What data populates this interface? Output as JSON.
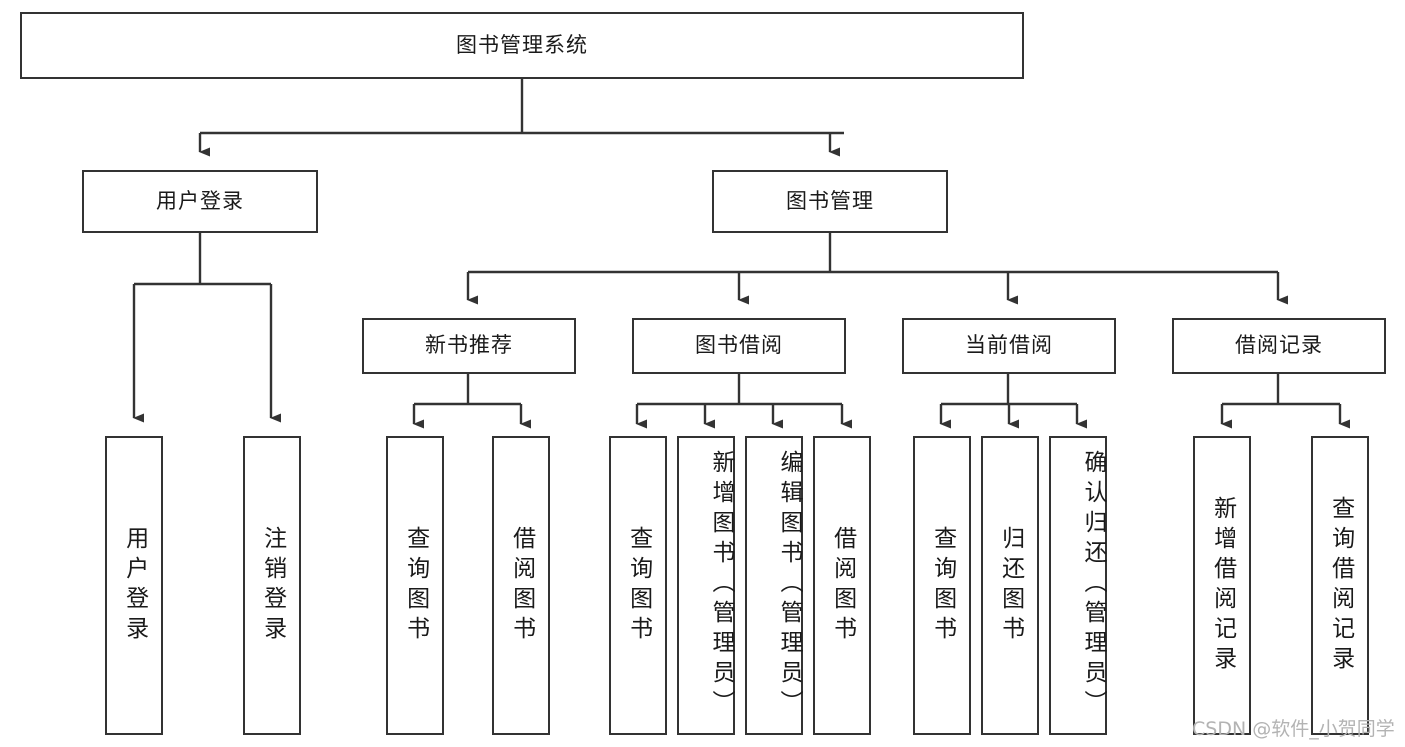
{
  "diagram": {
    "title": "图书管理系统",
    "type": "tree-hierarchy-diagram",
    "colors": {
      "border": "#333333",
      "fill": "#ffffff",
      "text": "#1a1a1a",
      "edge": "#333333",
      "watermark": "#b3b3b3"
    },
    "root": {
      "label": "图书管理系统"
    },
    "level2": [
      {
        "label": "用户登录"
      },
      {
        "label": "图书管理"
      }
    ],
    "level3": [
      {
        "label": "新书推荐"
      },
      {
        "label": "图书借阅"
      },
      {
        "label": "当前借阅"
      },
      {
        "label": "借阅记录"
      }
    ],
    "leaves": {
      "user_login": [
        {
          "label": "用户登录"
        },
        {
          "label": "注销登录"
        }
      ],
      "new_book_recommend": [
        {
          "label": "查询图书"
        },
        {
          "label": "借阅图书"
        }
      ],
      "book_borrow": [
        {
          "label": "查询图书"
        },
        {
          "label": "新增图书（管理员）"
        },
        {
          "label": "编辑图书（管理员）"
        },
        {
          "label": "借阅图书"
        }
      ],
      "current_borrow": [
        {
          "label": "查询图书"
        },
        {
          "label": "归还图书"
        },
        {
          "label": "确认归还（管理员）"
        }
      ],
      "borrow_record": [
        {
          "label": "新增借阅记录"
        },
        {
          "label": "查询借阅记录"
        }
      ]
    },
    "watermark": "CSDN @软件_小贺同学"
  }
}
